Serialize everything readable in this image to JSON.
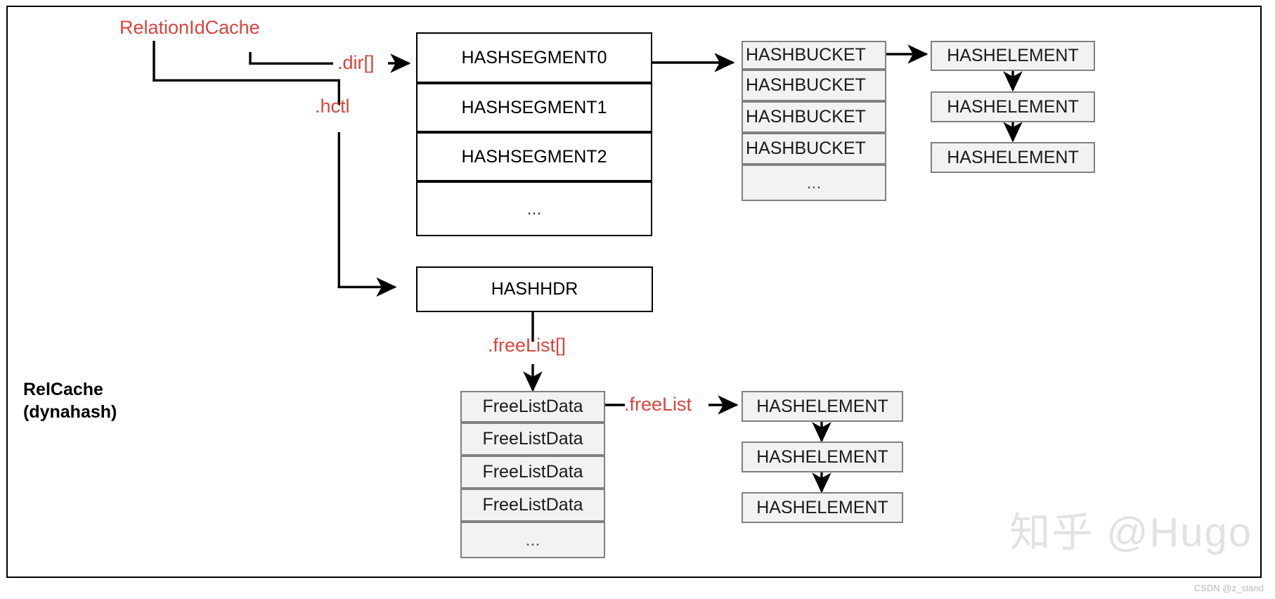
{
  "diagram": {
    "title_label": "RelCache\n(dynahash)",
    "title_line1": "RelCache",
    "title_line2": "(dynahash)",
    "root_label": "RelationIdCache",
    "edge_labels": {
      "dir": ".dir[]",
      "hctl": ".hctl",
      "freelist_arr": ".freeList[]",
      "freelist": ".freeList"
    },
    "segments": {
      "name": "hash-segment-table",
      "rows": [
        "HASHSEGMENT0",
        "HASHSEGMENT1",
        "HASHSEGMENT2",
        "..."
      ]
    },
    "buckets": {
      "name": "hash-bucket-table",
      "rows": [
        "HASHBUCKET",
        "HASHBUCKET",
        "HASHBUCKET",
        "HASHBUCKET",
        "..."
      ]
    },
    "bucket_elements": {
      "name": "hash-element-chain-top",
      "rows": [
        "HASHELEMENT",
        "HASHELEMENT",
        "HASHELEMENT"
      ]
    },
    "hashhdr": {
      "label": "HASHHDR"
    },
    "freelists": {
      "name": "free-list-data-table",
      "rows": [
        "FreeListData",
        "FreeListData",
        "FreeListData",
        "FreeListData",
        "..."
      ]
    },
    "freelist_elements": {
      "name": "hash-element-chain-bottom",
      "rows": [
        "HASHELEMENT",
        "HASHELEMENT",
        "HASHELEMENT"
      ]
    },
    "watermark": "知乎 @Hugo",
    "credit": "CSDN @z_stand",
    "colors": {
      "accent_red": "#d8453c",
      "line_black": "#000000",
      "cell_fill": "#f2f2f2",
      "cell_border": "#808080",
      "watermark_gray": "#e2e2e2"
    }
  }
}
